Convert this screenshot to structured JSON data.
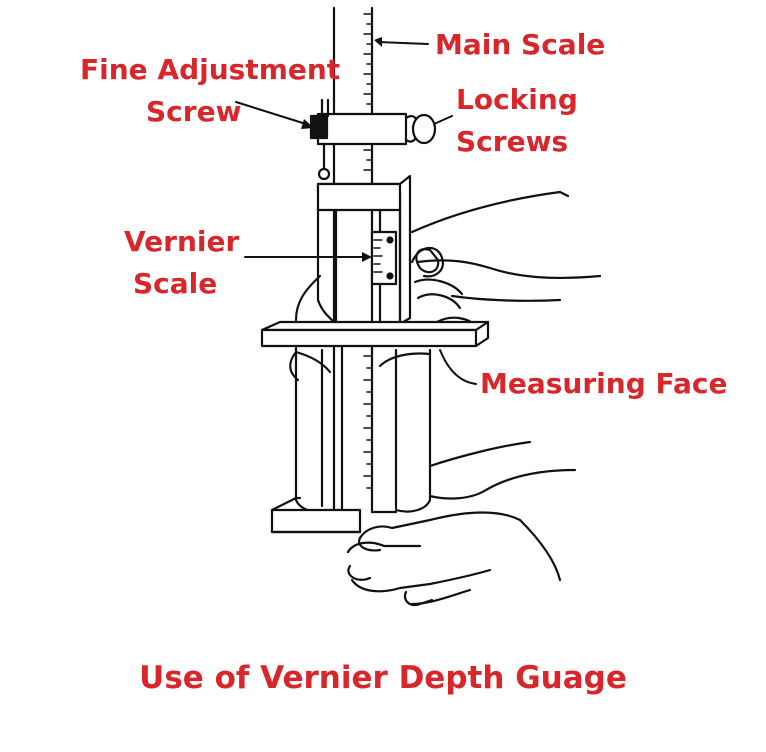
{
  "labels": {
    "main_scale": "Main Scale",
    "fine_adjustment_line1": "Fine Adjustment",
    "fine_adjustment_line2": "Screw",
    "locking_line1": "Locking",
    "locking_line2": "Screws",
    "vernier_line1": "Vernier",
    "vernier_line2": "Scale",
    "measuring_face": "Measuring Face"
  },
  "caption": "Use of Vernier Depth Guage",
  "colors": {
    "label": "#d9262b",
    "line": "#111111",
    "background": "#ffffff"
  }
}
